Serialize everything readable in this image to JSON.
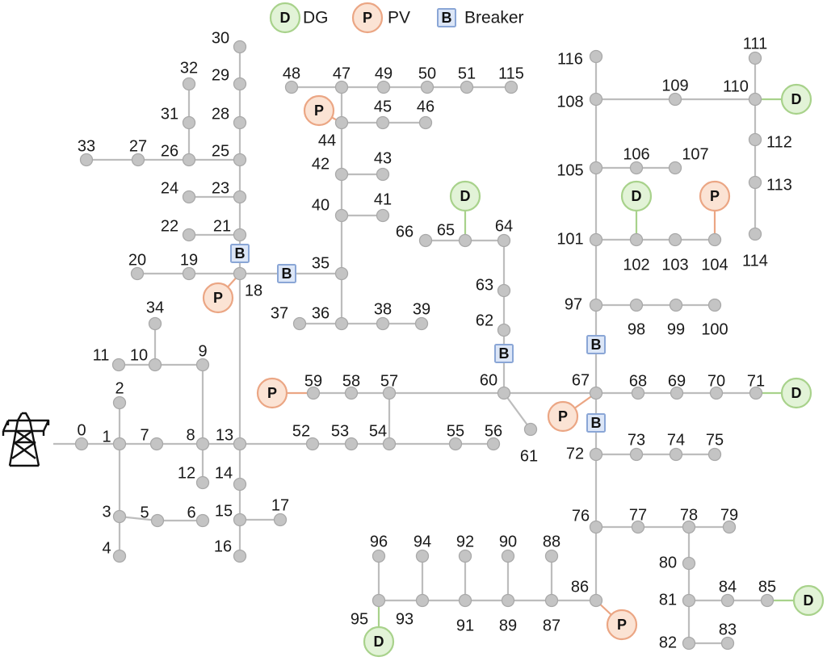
{
  "legend": [
    {
      "kind": "dg",
      "symbol": "D",
      "label": "DG"
    },
    {
      "kind": "pv",
      "symbol": "P",
      "label": "PV"
    },
    {
      "kind": "breaker",
      "symbol": "B",
      "label": "Breaker"
    }
  ],
  "colors": {
    "dg_fill": "#e2f3d7",
    "dg_stroke": "#a8d28b",
    "pv_fill": "#fbe3d4",
    "pv_stroke": "#eba684",
    "breaker_fill": "#dce6f7",
    "breaker_stroke": "#8aa6d6",
    "bus": "#c4c4c4",
    "line": "#bdbdbd"
  },
  "substation": {
    "icon": "transmission-tower-icon"
  },
  "buses": [
    "0",
    "1",
    "2",
    "3",
    "4",
    "5",
    "6",
    "7",
    "8",
    "9",
    "10",
    "11",
    "12",
    "13",
    "14",
    "15",
    "16",
    "17",
    "18",
    "19",
    "20",
    "21",
    "22",
    "23",
    "24",
    "25",
    "26",
    "27",
    "28",
    "29",
    "30",
    "31",
    "32",
    "33",
    "34",
    "35",
    "36",
    "37",
    "38",
    "39",
    "40",
    "41",
    "42",
    "43",
    "44",
    "45",
    "46",
    "47",
    "48",
    "49",
    "50",
    "51",
    "52",
    "53",
    "54",
    "55",
    "56",
    "57",
    "58",
    "59",
    "60",
    "61",
    "62",
    "63",
    "64",
    "65",
    "66",
    "67",
    "68",
    "69",
    "70",
    "71",
    "72",
    "73",
    "74",
    "75",
    "76",
    "77",
    "78",
    "79",
    "80",
    "81",
    "82",
    "83",
    "84",
    "85",
    "86",
    "87",
    "88",
    "89",
    "90",
    "91",
    "92",
    "93",
    "94",
    "95",
    "96",
    "97",
    "98",
    "99",
    "100",
    "101",
    "102",
    "103",
    "104",
    "105",
    "106",
    "107",
    "108",
    "109",
    "110",
    "111",
    "112",
    "113",
    "114",
    "115",
    "116"
  ],
  "lines": [
    [
      "0",
      "1"
    ],
    [
      "1",
      "2"
    ],
    [
      "1",
      "3"
    ],
    [
      "3",
      "4"
    ],
    [
      "3",
      "5"
    ],
    [
      "5",
      "6"
    ],
    [
      "1",
      "7"
    ],
    [
      "7",
      "8"
    ],
    [
      "8",
      "9"
    ],
    [
      "9",
      "10"
    ],
    [
      "10",
      "11"
    ],
    [
      "10",
      "34"
    ],
    [
      "8",
      "12"
    ],
    [
      "8",
      "13"
    ],
    [
      "13",
      "14"
    ],
    [
      "14",
      "15"
    ],
    [
      "15",
      "16"
    ],
    [
      "15",
      "17"
    ],
    [
      "13",
      "18"
    ],
    [
      "18",
      "19"
    ],
    [
      "19",
      "20"
    ],
    [
      "18",
      "21"
    ],
    [
      "21",
      "22"
    ],
    [
      "21",
      "23"
    ],
    [
      "23",
      "24"
    ],
    [
      "23",
      "25"
    ],
    [
      "25",
      "26"
    ],
    [
      "26",
      "27"
    ],
    [
      "27",
      "33"
    ],
    [
      "26",
      "31"
    ],
    [
      "31",
      "32"
    ],
    [
      "25",
      "28"
    ],
    [
      "28",
      "29"
    ],
    [
      "29",
      "30"
    ],
    [
      "18",
      "35"
    ],
    [
      "35",
      "36"
    ],
    [
      "36",
      "37"
    ],
    [
      "36",
      "38"
    ],
    [
      "38",
      "39"
    ],
    [
      "35",
      "40"
    ],
    [
      "40",
      "41"
    ],
    [
      "40",
      "42"
    ],
    [
      "42",
      "43"
    ],
    [
      "42",
      "44"
    ],
    [
      "44",
      "45"
    ],
    [
      "45",
      "46"
    ],
    [
      "44",
      "47"
    ],
    [
      "47",
      "48"
    ],
    [
      "47",
      "49"
    ],
    [
      "49",
      "50"
    ],
    [
      "50",
      "51"
    ],
    [
      "51",
      "115"
    ],
    [
      "13",
      "52"
    ],
    [
      "52",
      "53"
    ],
    [
      "53",
      "54"
    ],
    [
      "54",
      "55"
    ],
    [
      "55",
      "56"
    ],
    [
      "54",
      "57"
    ],
    [
      "57",
      "58"
    ],
    [
      "58",
      "59"
    ],
    [
      "57",
      "60"
    ],
    [
      "60",
      "61"
    ],
    [
      "60",
      "62"
    ],
    [
      "62",
      "63"
    ],
    [
      "63",
      "64"
    ],
    [
      "64",
      "65"
    ],
    [
      "65",
      "66"
    ],
    [
      "60",
      "67"
    ],
    [
      "67",
      "68"
    ],
    [
      "68",
      "69"
    ],
    [
      "69",
      "70"
    ],
    [
      "70",
      "71"
    ],
    [
      "67",
      "72"
    ],
    [
      "72",
      "73"
    ],
    [
      "73",
      "74"
    ],
    [
      "74",
      "75"
    ],
    [
      "72",
      "76"
    ],
    [
      "76",
      "77"
    ],
    [
      "77",
      "78"
    ],
    [
      "78",
      "79"
    ],
    [
      "78",
      "80"
    ],
    [
      "80",
      "81"
    ],
    [
      "81",
      "82"
    ],
    [
      "82",
      "83"
    ],
    [
      "81",
      "84"
    ],
    [
      "84",
      "85"
    ],
    [
      "76",
      "86"
    ],
    [
      "86",
      "87"
    ],
    [
      "87",
      "88"
    ],
    [
      "87",
      "89"
    ],
    [
      "89",
      "90"
    ],
    [
      "89",
      "91"
    ],
    [
      "91",
      "92"
    ],
    [
      "91",
      "93"
    ],
    [
      "93",
      "94"
    ],
    [
      "93",
      "95"
    ],
    [
      "95",
      "96"
    ],
    [
      "67",
      "97"
    ],
    [
      "97",
      "98"
    ],
    [
      "98",
      "99"
    ],
    [
      "99",
      "100"
    ],
    [
      "97",
      "101"
    ],
    [
      "101",
      "102"
    ],
    [
      "102",
      "103"
    ],
    [
      "103",
      "104"
    ],
    [
      "101",
      "105"
    ],
    [
      "105",
      "106"
    ],
    [
      "106",
      "107"
    ],
    [
      "105",
      "108"
    ],
    [
      "108",
      "116"
    ],
    [
      "108",
      "109"
    ],
    [
      "109",
      "110"
    ],
    [
      "110",
      "111"
    ],
    [
      "110",
      "112"
    ],
    [
      "112",
      "113"
    ],
    [
      "113",
      "114"
    ]
  ],
  "devices": [
    {
      "type": "dg",
      "symbol": "D",
      "bus": "65"
    },
    {
      "type": "dg",
      "symbol": "D",
      "bus": "71"
    },
    {
      "type": "dg",
      "symbol": "D",
      "bus": "85"
    },
    {
      "type": "dg",
      "symbol": "D",
      "bus": "95"
    },
    {
      "type": "dg",
      "symbol": "D",
      "bus": "102"
    },
    {
      "type": "dg",
      "symbol": "D",
      "bus": "110"
    },
    {
      "type": "pv",
      "symbol": "P",
      "bus": "18"
    },
    {
      "type": "pv",
      "symbol": "P",
      "bus": "44"
    },
    {
      "type": "pv",
      "symbol": "P",
      "bus": "59"
    },
    {
      "type": "pv",
      "symbol": "P",
      "bus": "67"
    },
    {
      "type": "pv",
      "symbol": "P",
      "bus": "86"
    },
    {
      "type": "pv",
      "symbol": "P",
      "bus": "104"
    }
  ],
  "breakers": [
    {
      "symbol": "B",
      "between": [
        "18",
        "21"
      ]
    },
    {
      "symbol": "B",
      "between": [
        "18",
        "35"
      ]
    },
    {
      "symbol": "B",
      "between": [
        "60",
        "62"
      ]
    },
    {
      "symbol": "B",
      "between": [
        "67",
        "97"
      ]
    },
    {
      "symbol": "B",
      "between": [
        "67",
        "72"
      ]
    }
  ]
}
